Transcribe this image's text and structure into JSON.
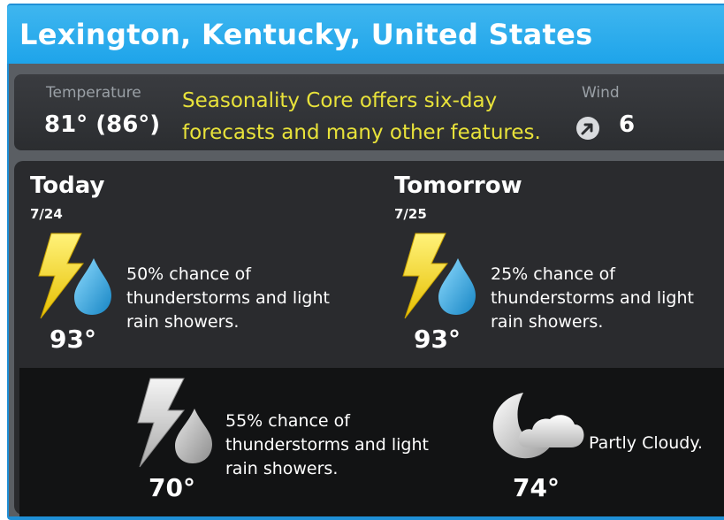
{
  "location": "Lexington, Kentucky, United States",
  "current": {
    "temperature_label": "Temperature",
    "temperature_value": "81° (86°)",
    "promo_line1": "Seasonality Core offers six-day",
    "promo_line2": "forecasts and many other features.",
    "wind_label": "Wind",
    "wind_value": "6",
    "wind_icon": "wind-direction-arrow-icon"
  },
  "forecast": {
    "today": {
      "title": "Today",
      "date": "7/24",
      "day": {
        "icon": "thunderstorm-rain-icon",
        "desc_lines": [
          "50% chance of",
          "thunderstorms and light",
          "rain showers."
        ],
        "temp": "93°"
      },
      "night": {
        "icon": "thunderstorm-rain-icon",
        "desc_lines": [
          "55% chance of",
          "thunderstorms and light",
          "rain showers."
        ],
        "temp": "70°"
      }
    },
    "tomorrow": {
      "title": "Tomorrow",
      "date": "7/25",
      "day": {
        "icon": "thunderstorm-rain-icon",
        "desc_lines": [
          "25% chance of",
          "thunderstorms and light",
          "rain showers."
        ],
        "temp": "93°"
      },
      "night": {
        "icon": "partly-cloudy-night-icon",
        "desc_lines": [
          "Partly Cloudy."
        ],
        "temp": "74°"
      }
    }
  },
  "colors": {
    "header": "#1ea4ea",
    "promo_text": "#e8e23a",
    "bolt_day": "#f5d600",
    "drop_day": "#2aa8e6",
    "night_icon": "#d8d8d8"
  }
}
